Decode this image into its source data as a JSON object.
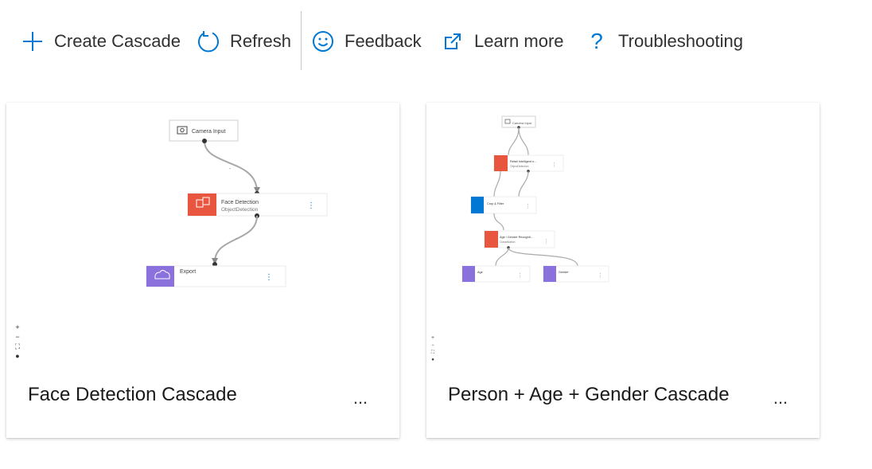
{
  "toolbar": {
    "items": [
      {
        "label": "Create Cascade",
        "icon": "plus-icon"
      },
      {
        "label": "Refresh",
        "icon": "refresh-icon"
      },
      {
        "label": "Feedback",
        "icon": "smiley-icon"
      },
      {
        "label": "Learn more",
        "icon": "external-link-icon"
      },
      {
        "label": "Troubleshooting",
        "icon": "question-icon"
      }
    ]
  },
  "cards": [
    {
      "title": "Face Detection Cascade",
      "more_label": "...",
      "graph": {
        "camera": "Camera Input",
        "node1_title": "Face Detection",
        "node1_sub": "ObjectDetection",
        "node2_title": "Export"
      }
    },
    {
      "title": "Person + Age + Gender Cascade",
      "more_label": "...",
      "graph": {
        "camera": "Camera Input",
        "node1_title": "Retail Intelligent n...",
        "node1_sub": "ObjectDetection",
        "node2_title": "Crop & Filter",
        "node3_title": "Age / Gender Recognit...",
        "node3_sub": "Classification",
        "node4_title": "Age",
        "node5_title": "Gender"
      }
    }
  ],
  "colors": {
    "accent": "#0078d4",
    "model_node": "#e8563f",
    "transform_node": "#0078d4",
    "export_node": "#8a71dc"
  }
}
